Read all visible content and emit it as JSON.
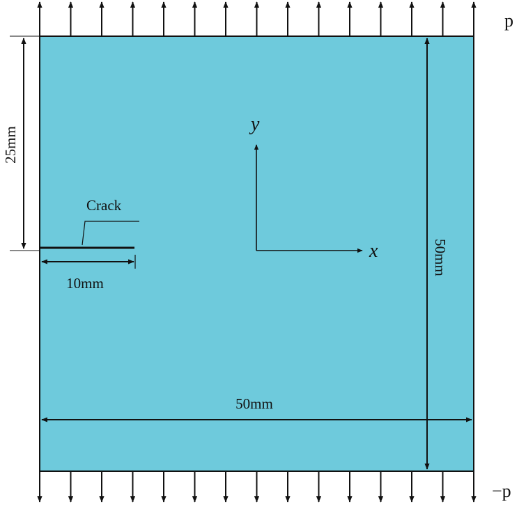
{
  "diagram": {
    "load_top": "p",
    "load_bottom": "−p",
    "crack_label": "Crack",
    "crack_length_label": "10mm",
    "half_height_label": "25mm",
    "height_label": "50mm",
    "width_label": "50mm",
    "axis_x": "x",
    "axis_y": "y",
    "top_arrow_count": 15,
    "bottom_arrow_count": 15,
    "colors": {
      "plate": "#6ecadc",
      "line": "#111111",
      "background": "#ffffff"
    }
  }
}
